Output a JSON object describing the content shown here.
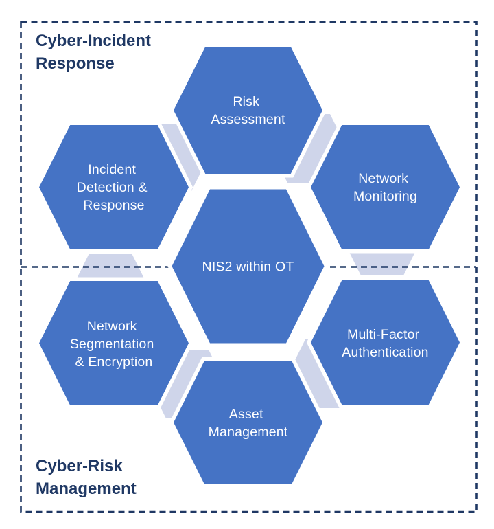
{
  "diagram": {
    "section_labels": {
      "top_left": {
        "lines": [
          "Cyber-Incident",
          "Response"
        ]
      },
      "bottom_left": {
        "lines": [
          "Cyber-Risk",
          "Management"
        ]
      }
    },
    "hexagons": {
      "center": {
        "lines": [
          "NIS2 within OT"
        ]
      },
      "risk_assessment": {
        "lines": [
          "Risk",
          "Assessment"
        ]
      },
      "network_monitoring": {
        "lines": [
          "Network",
          "Monitoring"
        ]
      },
      "incident_detection_response": {
        "lines": [
          "Incident",
          "Detection &",
          "Response"
        ]
      },
      "multi_factor_authentication": {
        "lines": [
          "Multi-Factor",
          "Authentication"
        ]
      },
      "asset_management": {
        "lines": [
          "Asset",
          "Management"
        ]
      },
      "network_segmentation_encryption": {
        "lines": [
          "Network",
          "Segmentation",
          "& Encryption"
        ]
      }
    },
    "colors": {
      "hexagon_fill": "#4573C5",
      "connector_fill": "#CFD5EA",
      "navy_text_and_dashes": "#1F3864",
      "hexagon_text": "#FFFFFF",
      "background": "#FFFFFF"
    }
  }
}
